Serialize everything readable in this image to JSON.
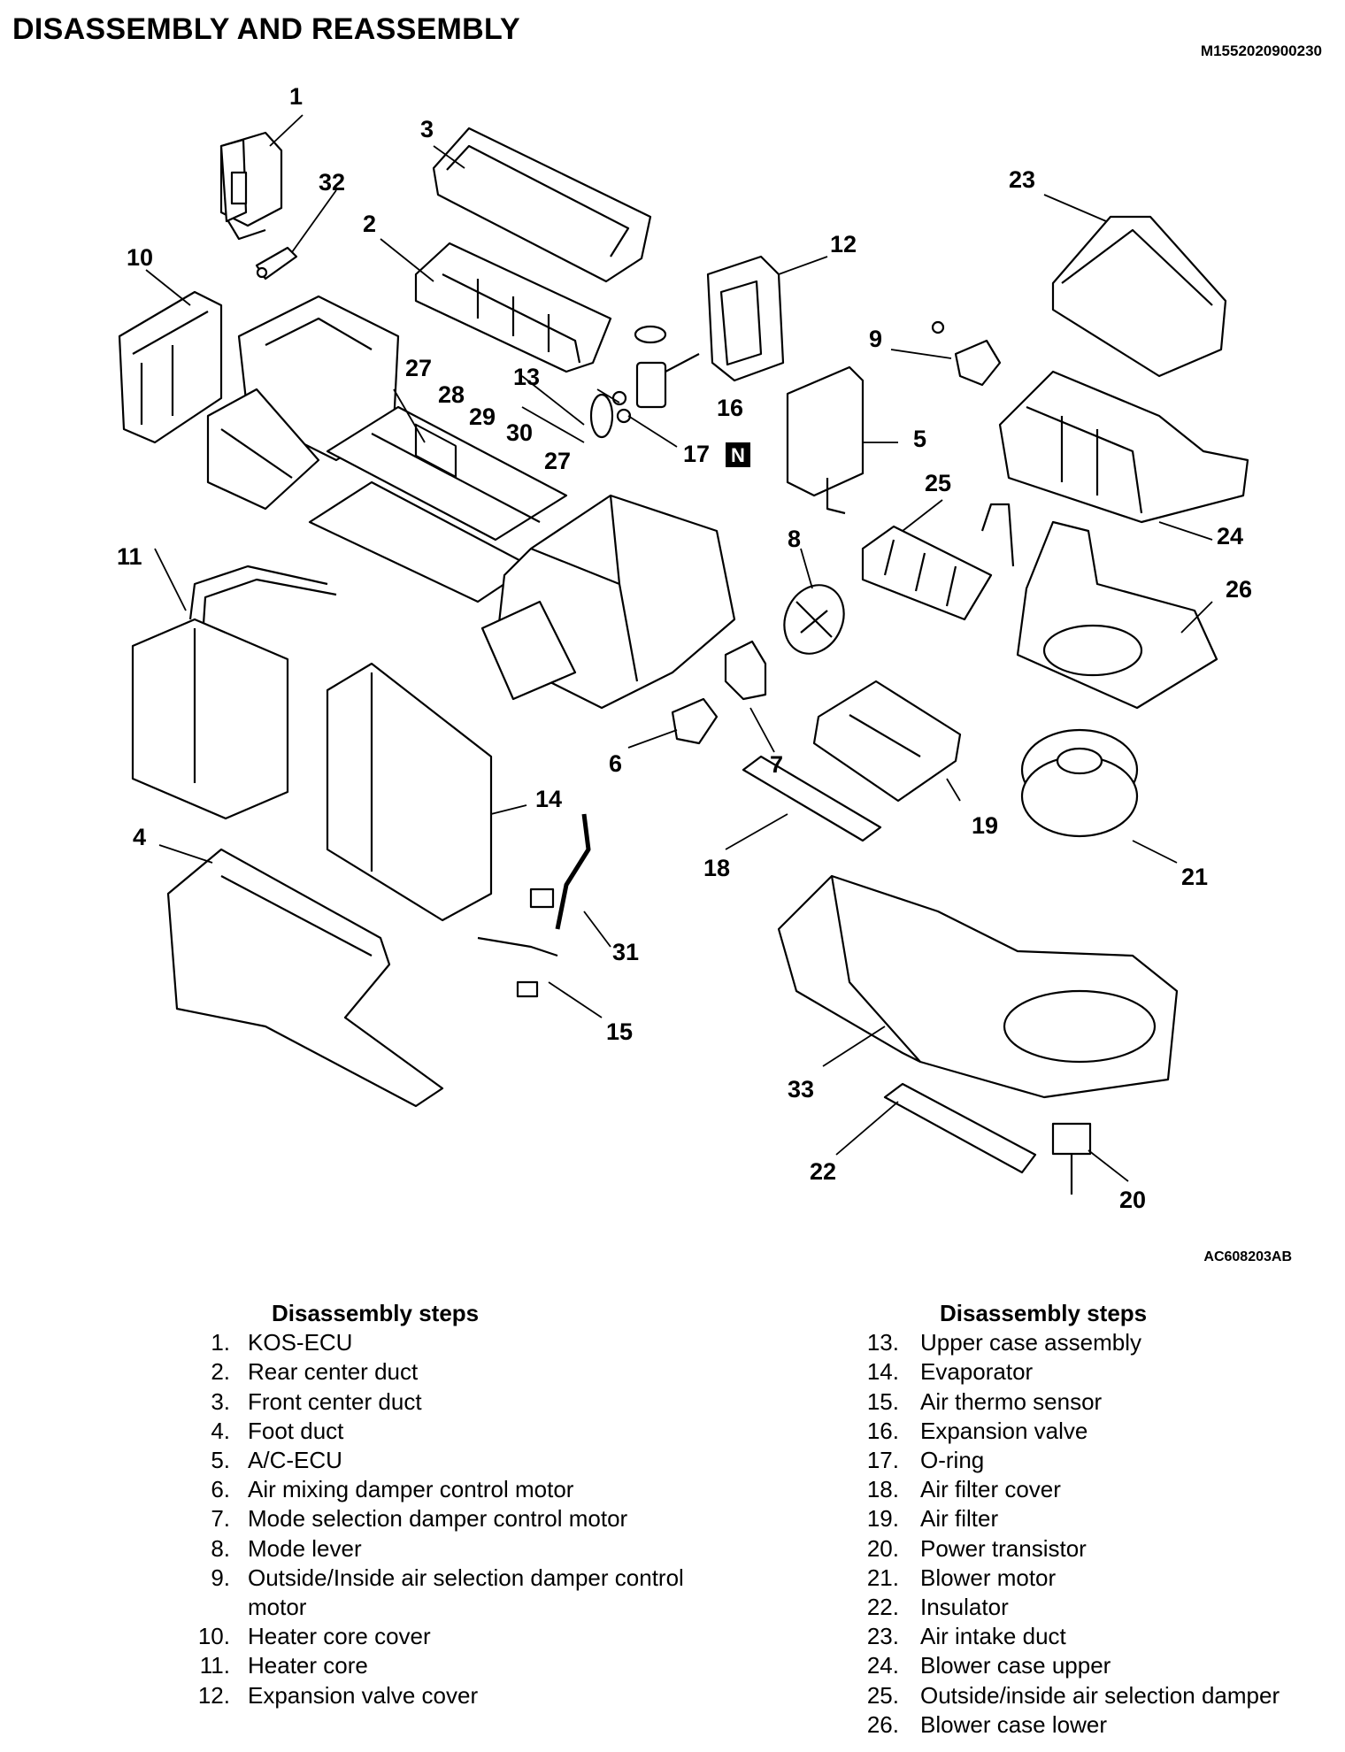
{
  "header": {
    "title": "DISASSEMBLY AND REASSEMBLY",
    "doc_code": "M1552020900230"
  },
  "figure": {
    "code": "AC608203AB",
    "callouts": [
      "1",
      "2",
      "3",
      "4",
      "5",
      "6",
      "7",
      "8",
      "9",
      "10",
      "11",
      "12",
      "13",
      "14",
      "15",
      "16",
      "17",
      "18",
      "19",
      "20",
      "21",
      "22",
      "23",
      "24",
      "25",
      "26",
      "27",
      "28",
      "29",
      "30",
      "31",
      "32",
      "33"
    ],
    "note_badge": "N"
  },
  "steps_left": {
    "heading": "Disassembly steps",
    "items": [
      {
        "num": "1.",
        "text": "KOS-ECU"
      },
      {
        "num": "2.",
        "text": "Rear center duct"
      },
      {
        "num": "3.",
        "text": "Front center duct"
      },
      {
        "num": "4.",
        "text": "Foot duct"
      },
      {
        "num": "5.",
        "text": "A/C-ECU"
      },
      {
        "num": "6.",
        "text": "Air mixing damper control motor"
      },
      {
        "num": "7.",
        "text": "Mode selection damper control motor"
      },
      {
        "num": "8.",
        "text": "Mode lever"
      },
      {
        "num": "9.",
        "text": "Outside/Inside air selection damper control motor"
      },
      {
        "num": "10.",
        "text": "Heater core cover"
      },
      {
        "num": "11.",
        "text": "Heater core"
      },
      {
        "num": "12.",
        "text": "Expansion valve cover"
      }
    ]
  },
  "steps_right": {
    "heading": "Disassembly steps",
    "items": [
      {
        "num": "13.",
        "text": "Upper case assembly"
      },
      {
        "num": "14.",
        "text": "Evaporator"
      },
      {
        "num": "15.",
        "text": "Air thermo sensor"
      },
      {
        "num": "16.",
        "text": "Expansion valve"
      },
      {
        "num": "17.",
        "text": "O-ring"
      },
      {
        "num": "18.",
        "text": "Air filter cover"
      },
      {
        "num": "19.",
        "text": "Air filter"
      },
      {
        "num": "20.",
        "text": "Power transistor"
      },
      {
        "num": "21.",
        "text": "Blower motor"
      },
      {
        "num": "22.",
        "text": "Insulator"
      },
      {
        "num": "23.",
        "text": "Air intake duct"
      },
      {
        "num": "24.",
        "text": "Blower case upper"
      },
      {
        "num": "25.",
        "text": "Outside/inside air selection damper"
      },
      {
        "num": "26.",
        "text": "Blower case lower"
      }
    ]
  }
}
